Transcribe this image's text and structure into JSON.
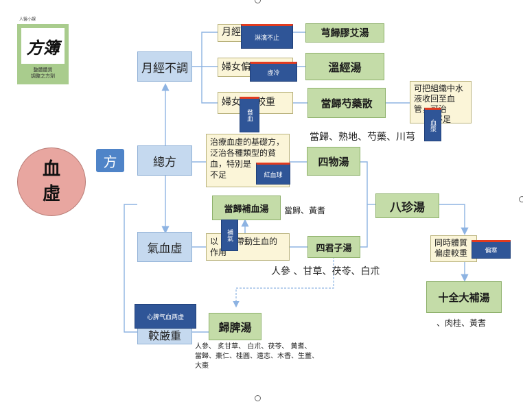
{
  "logo": {
    "top_text": "人醫小課",
    "calligraphy": "方簿",
    "caption_line1": "整體體質",
    "caption_line2": "調整之方劑"
  },
  "center": {
    "label_line1": "血",
    "label_line2": "虛"
  },
  "fang_tag": "方",
  "nodes": {
    "yuejing": "月經不調",
    "zongfang": "總方",
    "qixue": "氣血虛",
    "jiaoyan": "較厳重"
  },
  "cream": {
    "c1": "月經",
    "c2": "婦女偏",
    "c3_a": "婦女",
    "c3_b": "較重",
    "zongfang_desc": "治療血虛的基礎方，泛治各種類型的貧血，特別是",
    "zongfang_desc2": "不足",
    "qixue_desc_a": "以",
    "qixue_desc_b": "方帶動生血的作用",
    "far_right": "可把組織中水液收回至血管，可治",
    "far_right2": "不足",
    "tongshi": "同時體質偏虛較重"
  },
  "formulas": {
    "f1": "芎歸膠艾湯",
    "f2": "溫經湯",
    "f3": "當歸芍藥散",
    "f4": "四物湯",
    "f5": "當歸補血湯",
    "f6": "八珍湯",
    "f7": "四君子湯",
    "f8": "十全大補湯",
    "f9": "歸脾湯"
  },
  "tags": {
    "t1": "淋漓不止",
    "t2": "虛冷",
    "t3": "貧血",
    "t4": "血漿",
    "t5": "紅血球",
    "t6": "補氣",
    "t7": "偏寒",
    "t8": "心脾气血两虚"
  },
  "ingredients": {
    "siwu": "當歸、熟地、芍藥、川芎",
    "buxue": "當歸、黃耆",
    "sijunzi": "人參 、甘草、茯苓、白朮",
    "shiquan": "、肉桂、黃耆",
    "guipi_1": "人參、 炙甘草、 白朮、茯苓、 黃耆、",
    "guipi_2": "當歸、棗仁、桂圓、遠志、木香、生薑、",
    "guipi_3": "大棗"
  },
  "colors": {
    "center_circle": "#e8a6a0",
    "blue_node": "#c5d9ef",
    "green_formula": "#c4dca8",
    "cream_note": "#fbf5d8",
    "dark_tag": "#2f5597",
    "fang_tag": "#4f84c8",
    "connector": "#8db3e2",
    "red_accent": "#e23b1f"
  }
}
